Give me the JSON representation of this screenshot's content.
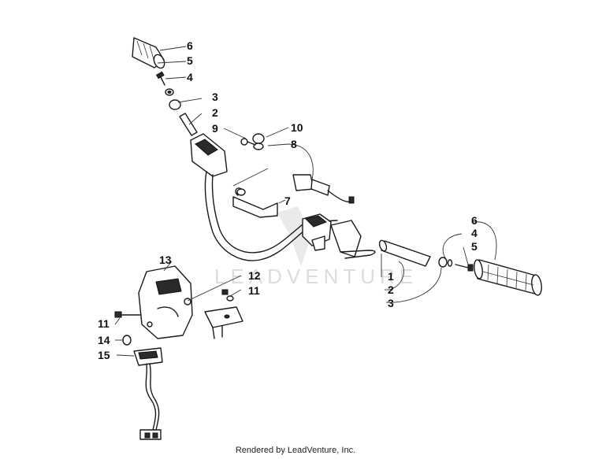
{
  "watermark": {
    "text": "LEADVENTURE"
  },
  "footer": {
    "text": "Rendered by LeadVenture, Inc."
  },
  "callouts": {
    "c6a": "6",
    "c5a": "5",
    "c4a": "4",
    "c3a": "3",
    "c2a": "2",
    "c9": "9",
    "c10": "10",
    "c8": "8",
    "c7": "7",
    "c6b": "6",
    "c4b": "4",
    "c5b": "5",
    "c1": "1",
    "c2b": "2",
    "c3b": "3",
    "c13": "13",
    "c12": "12",
    "c11a": "11",
    "c11b": "11",
    "c14": "14",
    "c15": "15"
  }
}
